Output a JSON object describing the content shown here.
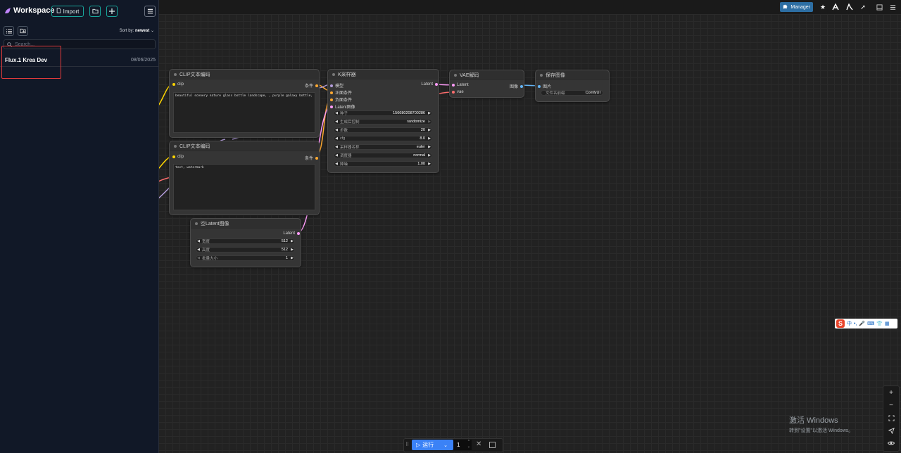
{
  "sidebar": {
    "brand": "Workspace",
    "import_label": "Import",
    "sort_prefix": "Sort by:",
    "sort_value": "newest",
    "search_placeholder": "Search...",
    "workflows": [
      {
        "name": "Flux.1 Krea Dev",
        "date": "08/06/2025"
      }
    ]
  },
  "topbar": {
    "manager_label": "Manager"
  },
  "nodes": {
    "clip1": {
      "title": "CLIP文本编码",
      "input": "clip",
      "output": "条件",
      "text": "beautiful scenery nature glass bottle landscape, , purple galaxy bottle,"
    },
    "clip2": {
      "title": "CLIP文本编码",
      "input": "clip",
      "output": "条件",
      "text": "text, watermark"
    },
    "ksampler": {
      "title": "K采样器",
      "inputs": [
        "模型",
        "正面条件",
        "负面条件",
        "Latent图像"
      ],
      "output": "Latent",
      "widgets": [
        {
          "label": "种子",
          "value": "156680208700286"
        },
        {
          "label": "生成后控制",
          "value": "randomize"
        },
        {
          "label": "步数",
          "value": "20"
        },
        {
          "label": "cfg",
          "value": "8.0"
        },
        {
          "label": "采样器名称",
          "value": "euler"
        },
        {
          "label": "调度器",
          "value": "normal"
        },
        {
          "label": "降噪",
          "value": "1.00"
        }
      ]
    },
    "vae": {
      "title": "VAE解码",
      "inputs": [
        "Latent",
        "vae"
      ],
      "output": "图像"
    },
    "save": {
      "title": "保存图像",
      "input": "图片",
      "widget_label": "文件名前缀",
      "widget_value": "ComfyUI"
    },
    "latent": {
      "title": "空Latent图像",
      "output": "Latent",
      "widgets": [
        {
          "label": "宽度",
          "value": "512"
        },
        {
          "label": "高度",
          "value": "512"
        },
        {
          "label": "批量大小",
          "value": "1"
        }
      ]
    }
  },
  "runbar": {
    "run_label": "运行",
    "count": "1"
  },
  "ime": {
    "zh": "中"
  },
  "watermark": {
    "line1": "激活 Windows",
    "line2": "转到\"设置\"以激活 Windows。"
  },
  "colors": {
    "accent_teal": "#18a59b",
    "manager_blue": "#2d6ea3",
    "run_blue": "#3b82f6",
    "conditioning": "#ffa931",
    "clip": "#ffd500",
    "latent": "#ff9cf9",
    "vae": "#ff6e6e",
    "image": "#64b5f6",
    "highlight_red": "#e23b3b"
  }
}
